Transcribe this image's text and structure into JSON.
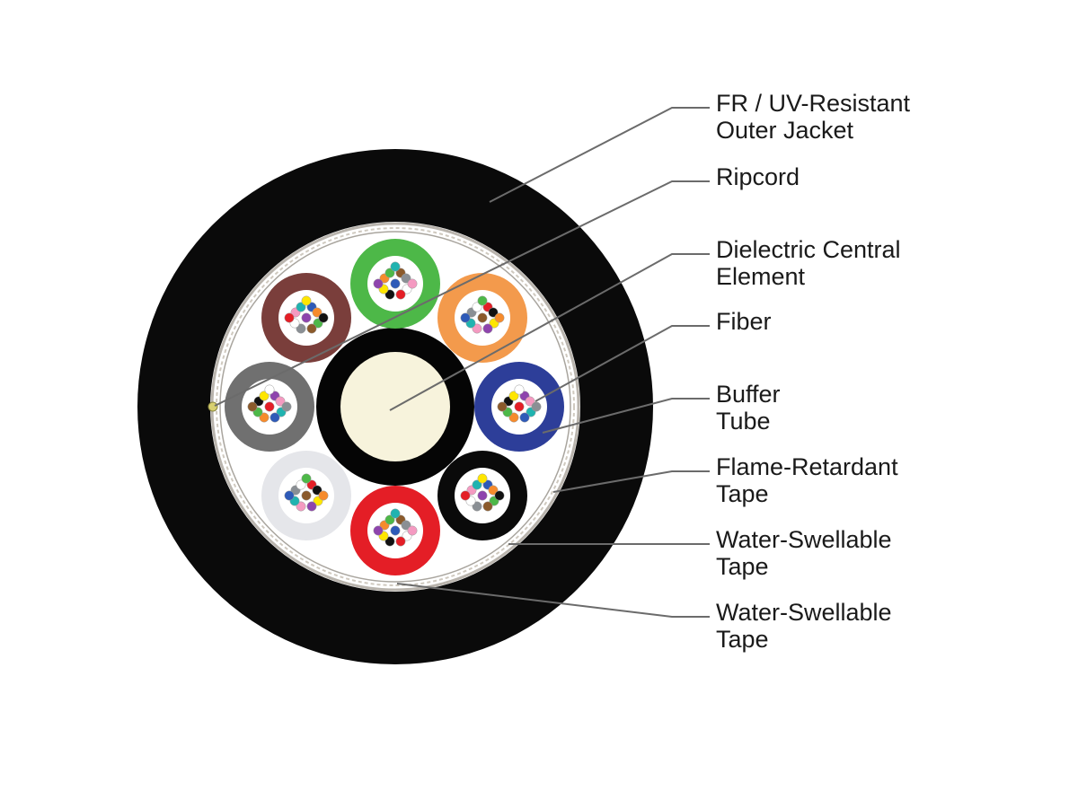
{
  "colors": {
    "jacket": "#0a0a0a",
    "leader_line": "#6b6b6b",
    "core_fill": "#f7f3dc",
    "core_ring": "#050505",
    "inner_space": "#ffffff",
    "tape": "#b9b4ad"
  },
  "buffer_tubes": [
    {
      "name": "green",
      "color": "#4db848"
    },
    {
      "name": "orange",
      "color": "#f39a4c"
    },
    {
      "name": "blue",
      "color": "#2d3e99"
    },
    {
      "name": "black",
      "color": "#0a0a0a"
    },
    {
      "name": "red",
      "color": "#e41e26"
    },
    {
      "name": "white",
      "color": "#e5e6ea"
    },
    {
      "name": "gray",
      "color": "#707070"
    },
    {
      "name": "brown",
      "color": "#7a3e3b"
    }
  ],
  "fiber_colors": [
    "#2e5ab8",
    "#f68b2c",
    "#4db848",
    "#8b5a2b",
    "#8a8f94",
    "#ffffff",
    "#e41e26",
    "#111111",
    "#ffe600",
    "#8e44ad",
    "#f49ac1",
    "#20b3b0"
  ],
  "labels": [
    {
      "key": "jacket",
      "lines": [
        "FR / UV-Resistant",
        "Outer Jacket"
      ]
    },
    {
      "key": "ripcord",
      "lines": [
        "Ripcord"
      ]
    },
    {
      "key": "dce",
      "lines": [
        "Dielectric Central",
        "Element"
      ]
    },
    {
      "key": "fiber",
      "lines": [
        "Fiber"
      ]
    },
    {
      "key": "buffer",
      "lines": [
        "Buffer",
        "Tube"
      ]
    },
    {
      "key": "fr_tape",
      "lines": [
        "Flame-Retardant",
        "Tape"
      ]
    },
    {
      "key": "ws_tape_1",
      "lines": [
        "Water-Swellable",
        "Tape"
      ]
    },
    {
      "key": "ws_tape_2",
      "lines": [
        "Water-Swellable",
        "Tape"
      ]
    }
  ]
}
